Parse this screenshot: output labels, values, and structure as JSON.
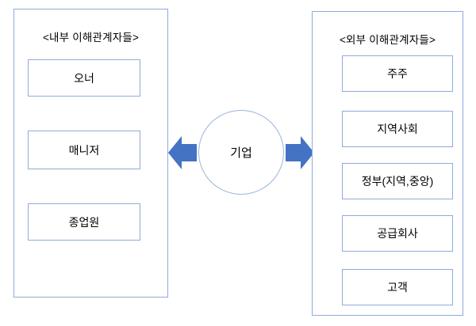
{
  "diagram": {
    "center": {
      "label": "기업",
      "shape": "circle",
      "border_color": "#9cb2dc"
    },
    "arrows": {
      "left": {
        "name": "arrow-left",
        "direction": "left",
        "color": "#4472C4"
      },
      "right": {
        "name": "arrow-right",
        "direction": "right",
        "color": "#4472C4"
      }
    },
    "groups": [
      {
        "id": "internal",
        "title": "<내부 이해관계자들>",
        "items": [
          {
            "label": "오너"
          },
          {
            "label": "매니저"
          },
          {
            "label": "종업원"
          }
        ]
      },
      {
        "id": "external",
        "title": "<외부 이해관계자들>",
        "items": [
          {
            "label": "주주"
          },
          {
            "label": "지역사회"
          },
          {
            "label": "정부(지역,중앙)"
          },
          {
            "label": "공급회사"
          },
          {
            "label": "고객"
          }
        ]
      }
    ],
    "colors": {
      "box_border": "#8faadc",
      "arrow_fill": "#4472C4",
      "background": "#ffffff",
      "text": "#000000"
    }
  }
}
